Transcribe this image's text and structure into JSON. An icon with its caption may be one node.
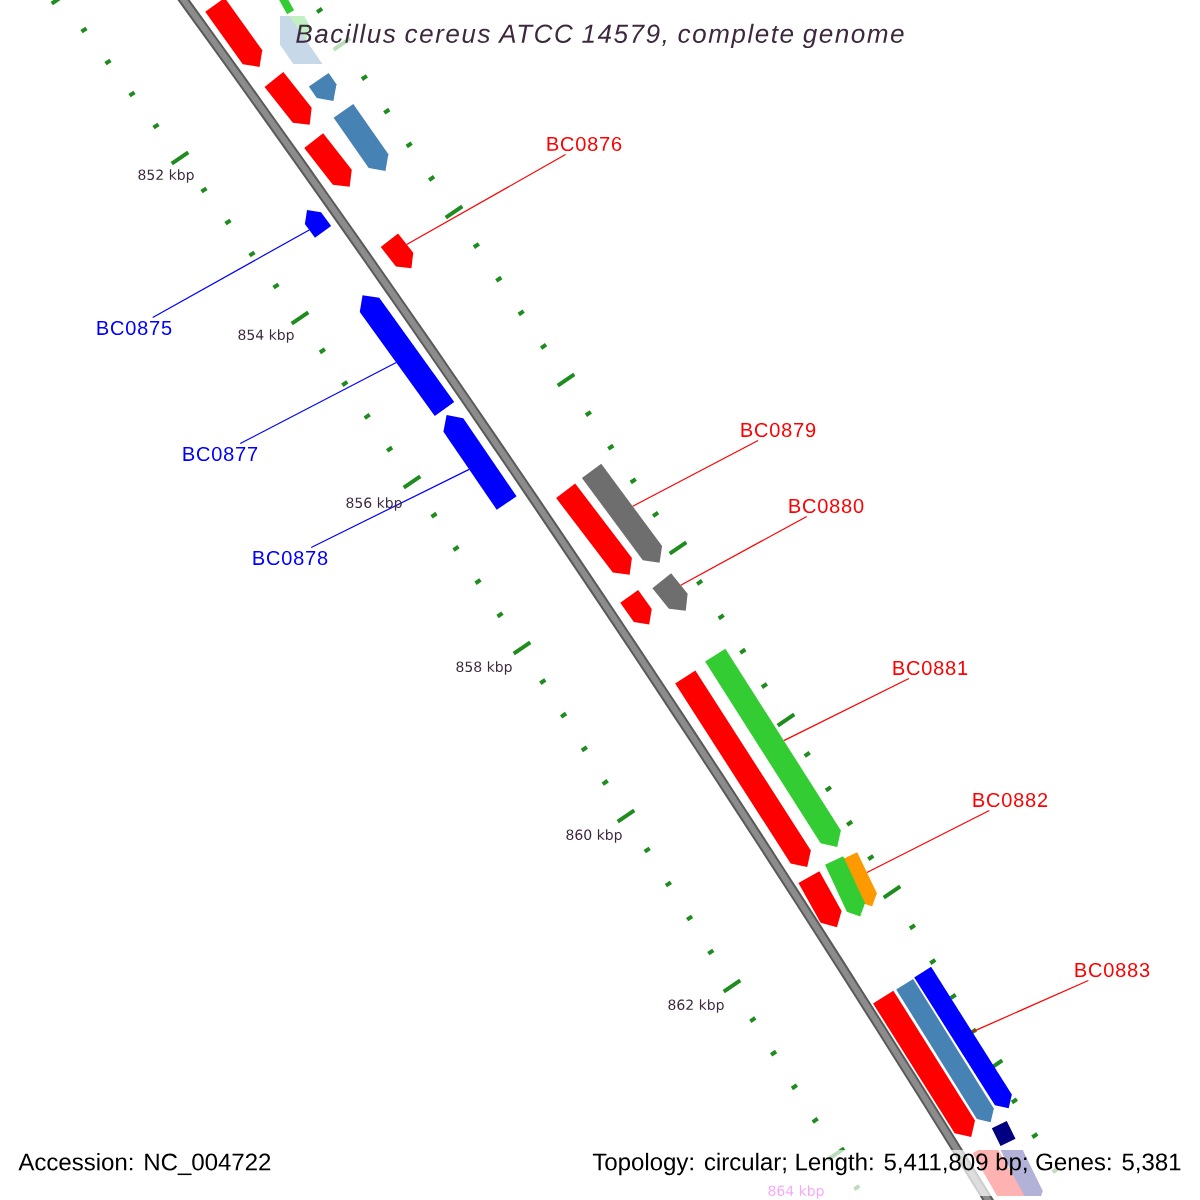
{
  "diagram": {
    "title": "Bacillus cereus ATCC 14579, complete genome",
    "nodes": [
      {
        "text": [
          "BC0876"
        ]
      },
      {
        "text": [
          "BC0875"
        ]
      },
      {
        "text": [
          "BC0879"
        ]
      },
      {
        "text": [
          "BC0877"
        ]
      },
      {
        "text": [
          "BC0880"
        ]
      },
      {
        "text": [
          "BC0878"
        ]
      },
      {
        "text": [
          "BC0881"
        ]
      },
      {
        "text": [
          "BC0882"
        ]
      },
      {
        "text": [
          "BC0883"
        ]
      },
      {
        "text": [],
        "shape": "arrow"
      },
      {
        "text": [],
        "shape": "arrow"
      },
      {
        "text": [],
        "shape": "arrow"
      },
      {
        "text": [],
        "shape": "arrow"
      },
      {
        "text": [],
        "shape": "arrow"
      },
      {
        "text": [],
        "shape": "arrow"
      },
      {
        "text": [],
        "shape": "arrow"
      },
      {
        "text": [],
        "shape": "arrow"
      },
      {
        "text": [],
        "shape": "arrow"
      },
      {
        "text": [],
        "shape": "arrow"
      },
      {
        "text": [],
        "shape": "arrow"
      },
      {
        "text": [],
        "shape": "arrow"
      },
      {
        "text": [],
        "shape": "arrow"
      },
      {
        "text": [],
        "shape": "arrow"
      },
      {
        "text": [],
        "shape": "arrow"
      },
      {
        "text": [],
        "shape": "arrow"
      },
      {
        "text": [],
        "shape": "arrow"
      },
      {
        "text": [],
        "shape": "arrow"
      },
      {
        "text": [],
        "shape": "arrow"
      },
      {
        "text": [],
        "shape": "arrow"
      },
      {
        "text": [],
        "shape": "arrow"
      },
      {
        "text": [],
        "shape": "arrow"
      },
      {
        "text": [],
        "shape": "arrow"
      }
    ],
    "edges": [
      {
        "from": 0,
        "to": 16,
        "arrow": "none"
      },
      {
        "from": 1,
        "to": 15,
        "arrow": "none",
        "color": "#0000ff"
      },
      {
        "from": 2,
        "to": 19,
        "arrow": "none"
      },
      {
        "from": 3,
        "to": 17,
        "arrow": "none",
        "color": "#0000ff"
      },
      {
        "from": 4,
        "to": 21,
        "arrow": "none"
      },
      {
        "from": 5,
        "to": 18,
        "arrow": "none",
        "color": "#0000ff"
      },
      {
        "from": 6,
        "to": 23,
        "arrow": "none"
      },
      {
        "from": 7,
        "to": 25,
        "arrow": "none"
      },
      {
        "from": 8,
        "to": 28,
        "arrow": "none"
      }
    ],
    "labels": [
      "852 kbp",
      "854 kbp",
      "856 kbp",
      "858 kbp",
      "860 kbp",
      "862 kbp",
      "864 kbp",
      "Accession: NC_004722",
      "Topology: circular; Length: 5,411,809 bp; Genes: 5,381"
    ]
  }
}
